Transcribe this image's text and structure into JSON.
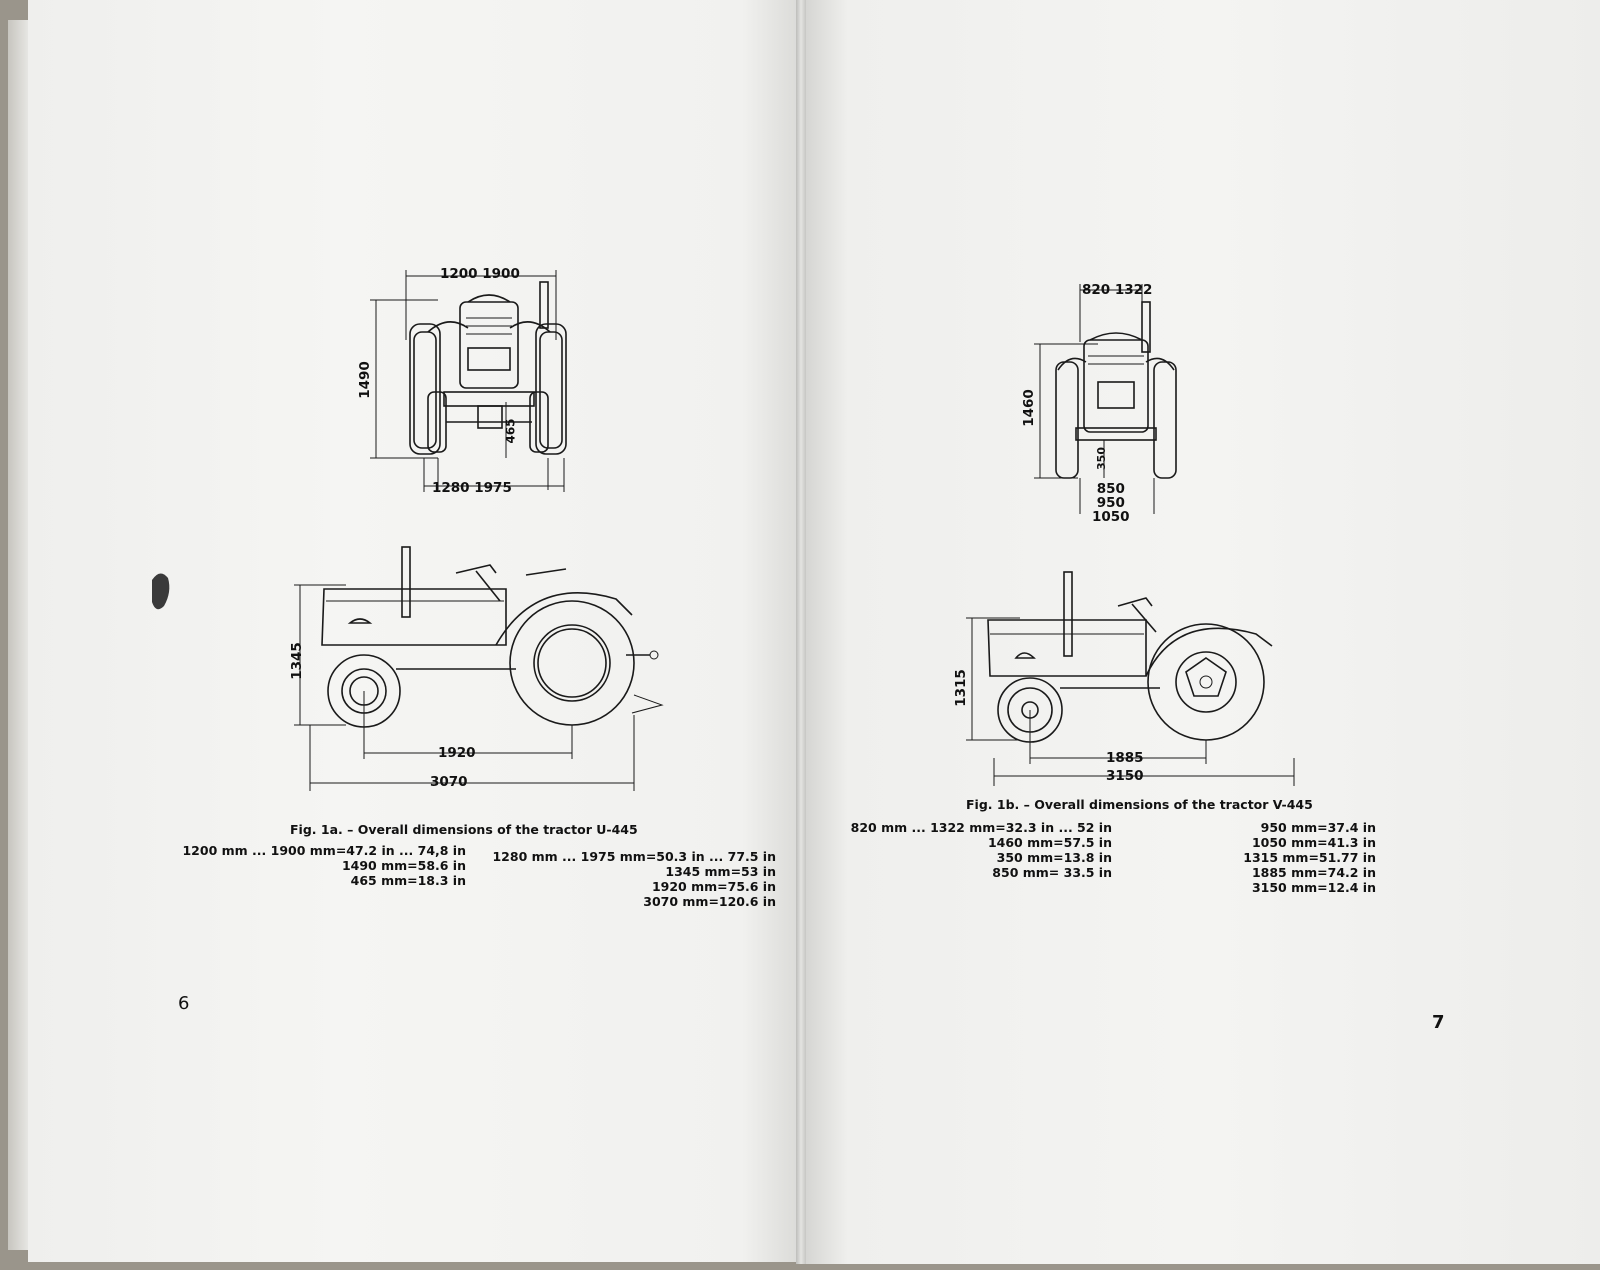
{
  "left_page": {
    "figure_1a": {
      "front_view": {
        "track_width_label": "1200 1900",
        "height_label": "1490",
        "clearance_label": "465",
        "wheel_track_label": "1280 1975"
      },
      "side_view": {
        "height_label": "1345",
        "wheelbase_label": "1920",
        "length_label": "3070"
      },
      "caption": "Fig. 1a. – Overall dimensions of the tractor U-445",
      "conversions_col1": [
        "1200  mm ...  1900  mm=47.2  in ... 74,8 in",
        "1490  mm=58.6  in",
        "465  mm=18.3  in"
      ],
      "conversions_col2": [
        "1280  mm ...  1975  mm=50.3 in ...  77.5 in",
        "1345  mm=53  in",
        "1920  mm=75.6  in",
        "3070  mm=120.6  in"
      ]
    },
    "page_number": "6"
  },
  "right_page": {
    "figure_1b": {
      "front_view": {
        "track_width_label": "820 1322",
        "height_label": "1460",
        "clearance_label": "350",
        "track_labels": [
          "850",
          "950",
          "1050"
        ]
      },
      "side_view": {
        "height_label": "1315",
        "wheelbase_label": "1885",
        "length_label": "3150"
      },
      "caption": "Fig. 1b. – Overall dimensions of the tractor V-445",
      "conversions_col1": [
        "820  mm ... 1322  mm=32.3  in ...  52  in",
        "1460  mm=57.5  in",
        "350  mm=13.8  in",
        "850  mm=  33.5  in"
      ],
      "conversions_col2": [
        "950  mm=37.4  in",
        "1050  mm=41.3  in",
        "1315  mm=51.77  in",
        "1885  mm=74.2  in",
        "3150  mm=12.4  in"
      ]
    },
    "page_number": "7"
  },
  "colors": {
    "paper": "#f3f3f1",
    "ink": "#1a1a1a",
    "bleed_through": "#cfcfcb",
    "background": "#9a958b"
  }
}
